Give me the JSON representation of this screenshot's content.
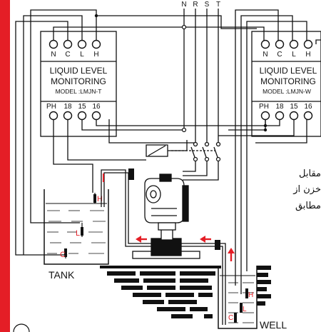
{
  "colors": {
    "accent_bar": "#e41e26",
    "line": "#111111",
    "arrow": "#e41e26",
    "wall_fill": "#ffffff",
    "brick": "#111111"
  },
  "supply_terminals": [
    "N",
    "R",
    "S",
    "T"
  ],
  "relay_tank": {
    "top_terminals": [
      "N",
      "C",
      "L",
      "H"
    ],
    "title_line1": "LIQUID LEVEL",
    "title_line2": "MONITORING",
    "model": "MODEL :LMJN-T",
    "bottom_terminals": [
      "PH",
      "18",
      "15",
      "16"
    ]
  },
  "relay_well": {
    "top_terminals": [
      "N",
      "C",
      "L",
      "H"
    ],
    "title_line1": "LIQUID LEVEL",
    "title_line2": "MONITORING",
    "model": "MODEL :LMJN-W",
    "bottom_terminals": [
      "PH",
      "18",
      "15",
      "16"
    ]
  },
  "probe_labels": {
    "high": "H",
    "low": "L",
    "common": "C"
  },
  "tank_label": "TANK",
  "well_label": "WELL",
  "persian_text": [
    "مقابل",
    "خزن از",
    "مطابق"
  ]
}
